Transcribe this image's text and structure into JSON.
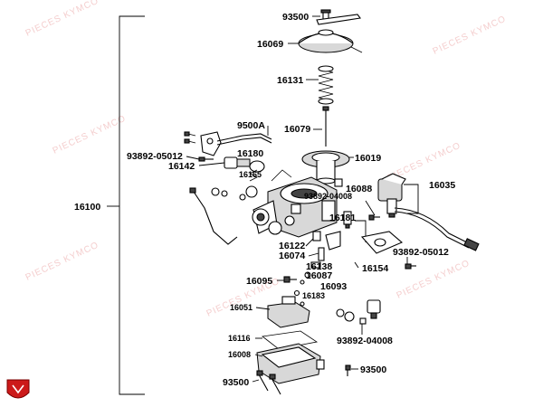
{
  "watermark": "PIECES KYMCO",
  "labels": {
    "p93500_top": "93500",
    "p16069": "16069",
    "p16131": "16131",
    "p9500A": "9500A",
    "p16079": "16079",
    "p93892_05012_l": "93892-05012",
    "p16180": "16180",
    "p16019": "16019",
    "p16142": "16142",
    "p16165": "16165",
    "p16100": "16100",
    "p16088": "16088",
    "p16035": "16035",
    "p93892_04008_t": "93892-04008",
    "p16181": "16181",
    "p16122": "16122",
    "p93892_05012_r": "93892-05012",
    "p16074": "16074",
    "p16138": "16138",
    "p16087": "16087",
    "p16154": "16154",
    "p16095": "16095",
    "p16093": "16093",
    "p16183": "16183",
    "p16051": "16051",
    "p16116": "16116",
    "p93892_04008_b": "93892-04008",
    "p16008": "16008",
    "p93500_r": "93500",
    "p93500_b": "93500"
  },
  "brand": {
    "logo_color": "#cc1a1a"
  }
}
